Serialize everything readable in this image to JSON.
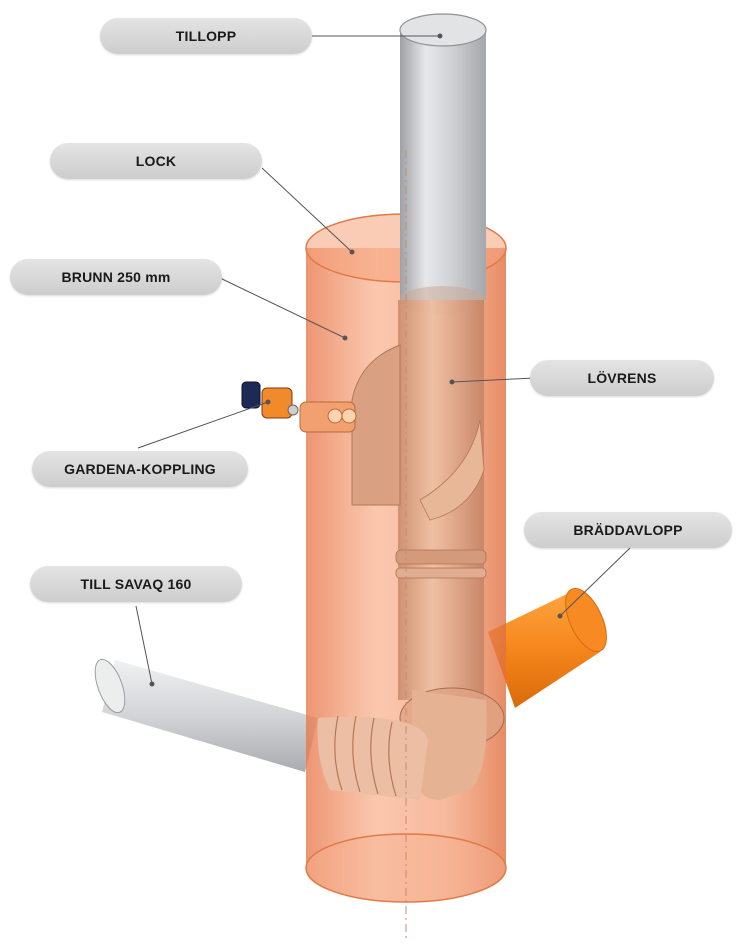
{
  "labels": {
    "tillopp": "TILLOPP",
    "lock": "LOCK",
    "brunn": "BRUNN 250 mm",
    "lovrens": "LÖVRENS",
    "gardena": "GARDENA-KOPPLING",
    "braddavlopp": "BRÄDDAVLOPP",
    "till_savaq": "TILL SAVAQ 160"
  },
  "colors": {
    "well": "#f59a6c",
    "well_dark": "#e07a45",
    "pipe_grey": "#c7c9cc",
    "overflow_pipe": "#f5861c",
    "pill": "#d6d6d6",
    "leader_line": "#555555"
  }
}
